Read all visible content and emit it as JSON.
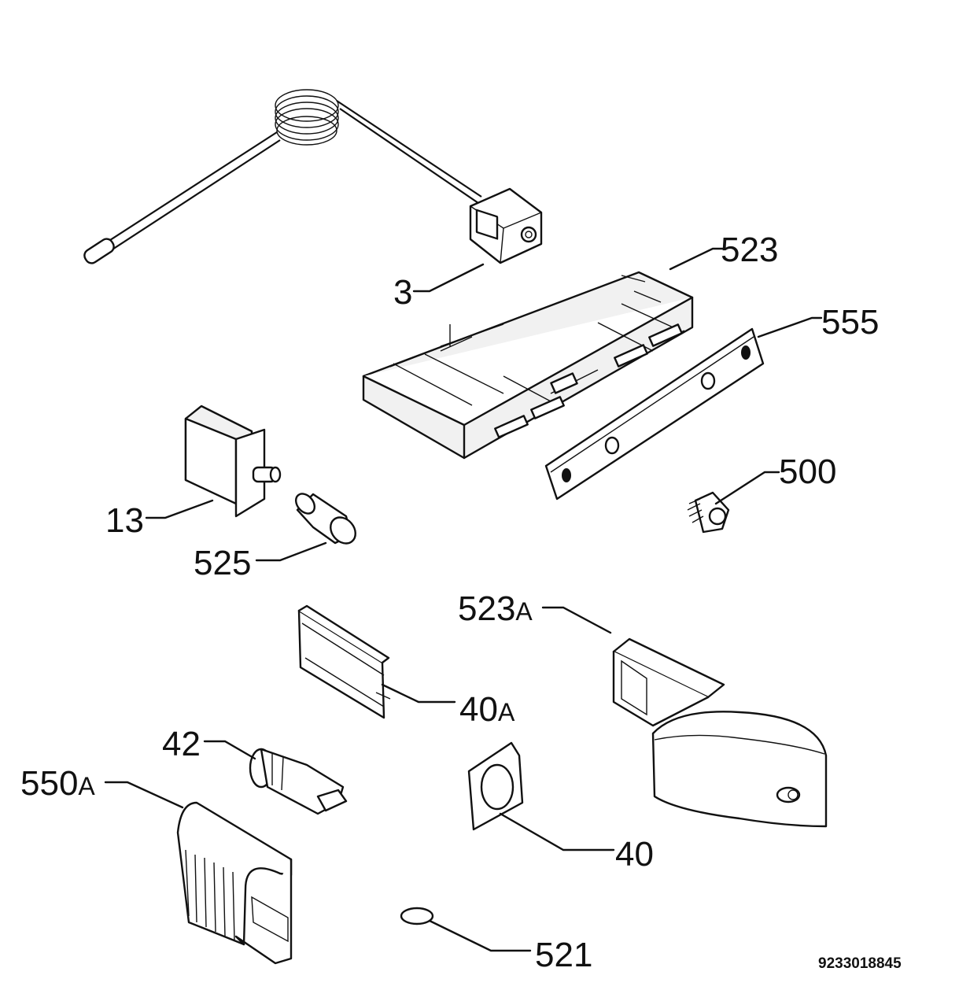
{
  "labels": {
    "p3": "3",
    "p523": "523",
    "p555": "555",
    "p13": "13",
    "p525": "525",
    "p500": "500",
    "p523a_num": "523",
    "p523a_suf": "A",
    "p40a_num": "40",
    "p40a_suf": "A",
    "p42": "42",
    "p550a_num": "550",
    "p550a_suf": "A",
    "p40": "40",
    "p521": "521"
  },
  "document_number": "9233018845",
  "colors": {
    "line": "#111111",
    "background": "#ffffff",
    "shade": "#f1f1f1"
  }
}
